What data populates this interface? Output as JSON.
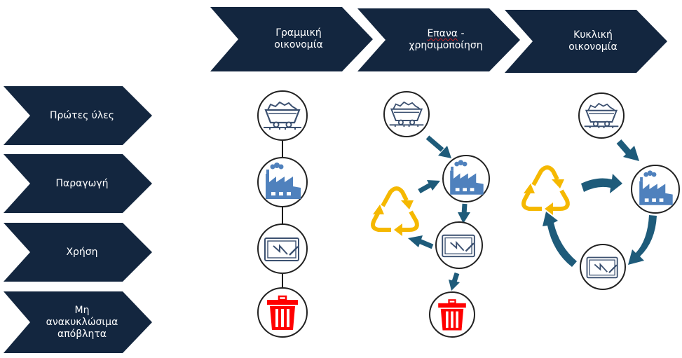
{
  "colors": {
    "chevron_fill": "#13263f",
    "arrow": "#1e5b7a",
    "recycle": "#f5b800",
    "factory": "#4f81bd",
    "outline_icon": "#3b5070",
    "trash": "#ff0000",
    "circle_stroke": "#222222"
  },
  "columns": [
    {
      "id": "linear",
      "label": "Γραμμική\nοικονομία"
    },
    {
      "id": "reuse",
      "label_main": "Επανα",
      "label_rest": " -\nχρησιμοποίηση"
    },
    {
      "id": "circular",
      "label": "Κυκλική\nοικονομία"
    }
  ],
  "rows": [
    {
      "id": "raw-materials",
      "label": "Πρώτες ύλες",
      "icon": "mine-cart-icon"
    },
    {
      "id": "production",
      "label": "Παραγωγή",
      "icon": "factory-icon"
    },
    {
      "id": "use",
      "label": "Χρήση",
      "icon": "tablet-icon"
    },
    {
      "id": "waste",
      "label": "Μη\nανακυκλώσιμα\nαπόβλητα",
      "icon": "trash-icon"
    }
  ],
  "flows": {
    "linear": [
      "raw-materials",
      "production",
      "use",
      "waste"
    ],
    "reuse": [
      [
        "raw-materials",
        "production"
      ],
      [
        "production",
        "use"
      ],
      [
        "use",
        "recycle"
      ],
      [
        "recycle",
        "production"
      ],
      [
        "use",
        "waste"
      ]
    ],
    "circular": [
      [
        "raw-materials",
        "production"
      ],
      [
        "production",
        "use"
      ],
      [
        "use",
        "recycle"
      ],
      [
        "recycle",
        "production"
      ]
    ]
  }
}
